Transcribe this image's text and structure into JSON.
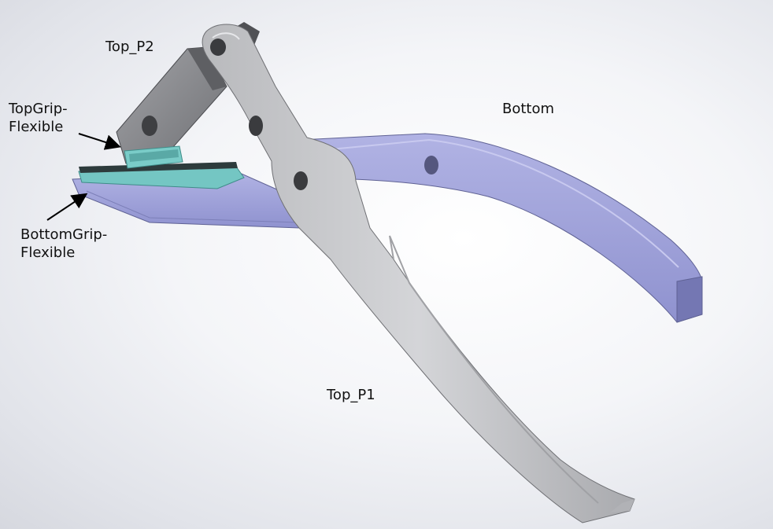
{
  "labels": {
    "top_p2": "Top_P2",
    "bottom": "Bottom",
    "top_p1": "Top_P1",
    "topgrip_line1": "TopGrip-",
    "topgrip_line2": "Flexible",
    "bottomgrip_line1": "BottomGrip-",
    "bottomgrip_line2": "Flexible"
  },
  "colors": {
    "background": "#f4f5f8",
    "top_p1_part": "#c9cacd",
    "top_p2_part": "#8d8e92",
    "bottom_part": "#9a9dd6",
    "grip_part": "#6fc1be",
    "label_text": "#111111"
  }
}
